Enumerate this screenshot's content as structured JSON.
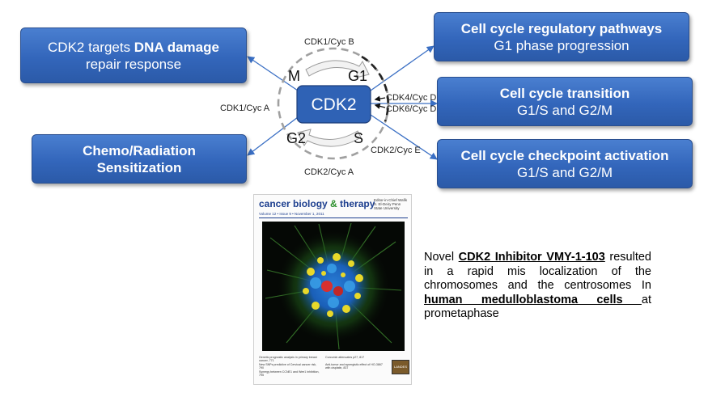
{
  "boxes": {
    "dna": {
      "line1_plain": "CDK2 targets ",
      "line1_bold": "DNA damage",
      "line2": "repair response"
    },
    "chemo": {
      "line1": "Chemo/Radiation",
      "line2": "Sensitization"
    },
    "regulatory": {
      "line1": "Cell cycle regulatory pathways",
      "line2": "G1 phase progression"
    },
    "transition": {
      "line1": "Cell cycle transition",
      "line2": "G1/S and G2/M"
    },
    "checkpoint": {
      "line1": "Cell cycle checkpoint activation",
      "line2": "G1/S and G2/M"
    }
  },
  "cycle": {
    "center": "CDK2",
    "phases": {
      "m": "M",
      "g1": "G1",
      "s": "S",
      "g2": "G2"
    },
    "labels": {
      "cdk1_cycb": "CDK1/Cyc B",
      "cdk1_cyca": "CDK1/Cyc A",
      "cdk4_cycd": "CDK4/Cyc D",
      "cdk6_cycd": "CDK6/Cyc D",
      "cdk2_cyce": "CDK2/Cyc E",
      "cdk2_cyca": "CDK2/Cyc A"
    }
  },
  "cover": {
    "title_a": "cancer biology",
    "title_amp": " & ",
    "title_b": "therapy",
    "editor": "Editor-in-Chief Wafik S. El-Deiry Penn State University",
    "volume": "Volume 12 • Issue 9 • November 1, 2011",
    "col1": [
      "Genetic prognostic analysis in primary breast cancer, 771",
      "New SNPs predictive of Cervical cancer risk, 790",
      "Synergy between CCNE1 and Wee1 inhibition, 795"
    ],
    "col2": [
      "Curcumin attenuates p27, 817",
      "Anti-tumor and synergistic effect of HO-3867 with cisplatin, 837"
    ],
    "logo": "LANDES"
  },
  "description": {
    "p1": "Novel ",
    "bold1": "CDK2 Inhibitor VMY-1-103",
    "p2": " resulted in a rapid mis localization of the chromosomes and the centrosomes In ",
    "bold2": "human medulloblastoma cells ",
    "p3": " at prometaphase"
  },
  "colors": {
    "box_blue": "#3366bb",
    "arrow_blue": "#3a6fc4",
    "dash_gray": "#a0a0a0",
    "cdk_fill": "#2f62b5"
  }
}
